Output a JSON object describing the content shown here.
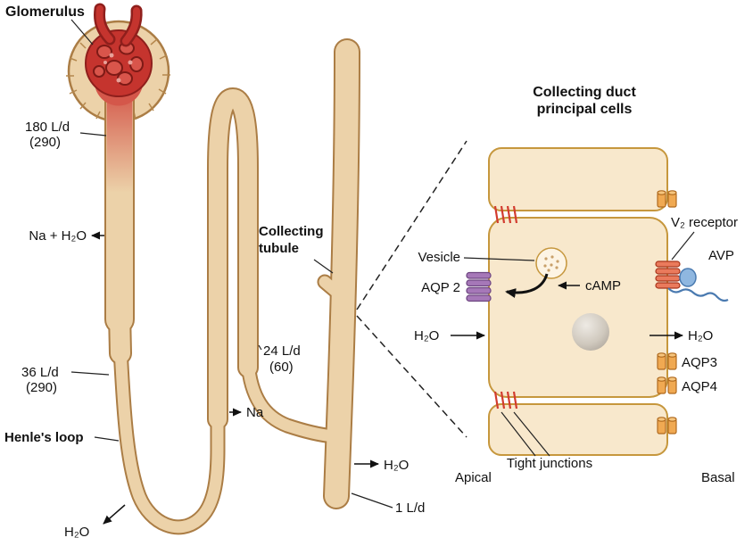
{
  "colors": {
    "tube_fill": "#ecd2a9",
    "tube_stroke": "#ab7d45",
    "glomerulus_red": "#c5342e",
    "glomerulus_dark_red": "#8f1f1c",
    "filtrate_red": "#d4574a",
    "cell_fill": "#f8e8cc",
    "cell_stroke": "#c6973d",
    "aqp2_purple": "#a678b8",
    "v2_receptor_orange": "#ea7a5c",
    "aqp_channel_orange": "#f0a952",
    "avp_blue": "#8fb7e0",
    "tight_junction_red": "#d23b2e",
    "text_color": "#111111"
  },
  "nephron": {
    "labels": {
      "glomerulus": "Glomerulus",
      "flow_180": "180 L/d",
      "osm_180": "(290)",
      "na_h2o": "Na + H₂O",
      "flow_36": "36 L/d",
      "osm_36": "(290)",
      "henles_loop": "Henle's loop",
      "h2o_loop": "H₂O",
      "collecting_line1": "Collecting",
      "collecting_line2": "tubule",
      "flow_24": "24 L/d",
      "osm_24": "(60)",
      "na": "Na",
      "h2o_duct": "H₂O",
      "flow_1": "1 L/d"
    }
  },
  "cell_panel": {
    "title_line1": "Collecting duct",
    "title_line2": "principal cells",
    "labels": {
      "vesicle": "Vesicle",
      "aqp2": "AQP 2",
      "v2_receptor": "V₂ receptor",
      "avp": "AVP",
      "camp": "cAMP",
      "h2o_apical": "H₂O",
      "h2o_basal": "H₂O",
      "aqp3": "AQP3",
      "aqp4": "AQP4",
      "tight_junctions": "Tight junctions",
      "apical": "Apical",
      "basal": "Basal"
    }
  }
}
